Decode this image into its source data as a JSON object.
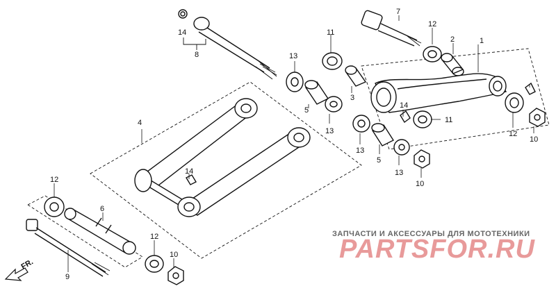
{
  "callouts": [
    {
      "id": "c14a",
      "text": "14"
    },
    {
      "id": "c8",
      "text": "8"
    },
    {
      "id": "c7",
      "text": "7"
    },
    {
      "id": "c12a",
      "text": "12"
    },
    {
      "id": "c2",
      "text": "2"
    },
    {
      "id": "c1",
      "text": "1"
    },
    {
      "id": "c11a",
      "text": "11"
    },
    {
      "id": "c13a",
      "text": "13"
    },
    {
      "id": "c3",
      "text": "3"
    },
    {
      "id": "c5a",
      "text": "5"
    },
    {
      "id": "c13b",
      "text": "13"
    },
    {
      "id": "c14b",
      "text": "14"
    },
    {
      "id": "c11b",
      "text": "11"
    },
    {
      "id": "c12b",
      "text": "12"
    },
    {
      "id": "c10a",
      "text": "10"
    },
    {
      "id": "c13c",
      "text": "13"
    },
    {
      "id": "c5b",
      "text": "5"
    },
    {
      "id": "c13d",
      "text": "13"
    },
    {
      "id": "c10b",
      "text": "10"
    },
    {
      "id": "c4",
      "text": "4"
    },
    {
      "id": "c14c",
      "text": "14"
    },
    {
      "id": "c12c",
      "text": "12"
    },
    {
      "id": "c6",
      "text": "6"
    },
    {
      "id": "c9",
      "text": "9"
    },
    {
      "id": "c12d",
      "text": "12"
    },
    {
      "id": "c10c",
      "text": "10"
    }
  ],
  "direction_label": "FR.",
  "watermark": {
    "tagline": "ЗАПЧАСТИ И АКСЕССУАРЫ ДЛЯ МОТОТЕХНИКИ",
    "brand": "PARTSFOR.RU"
  }
}
